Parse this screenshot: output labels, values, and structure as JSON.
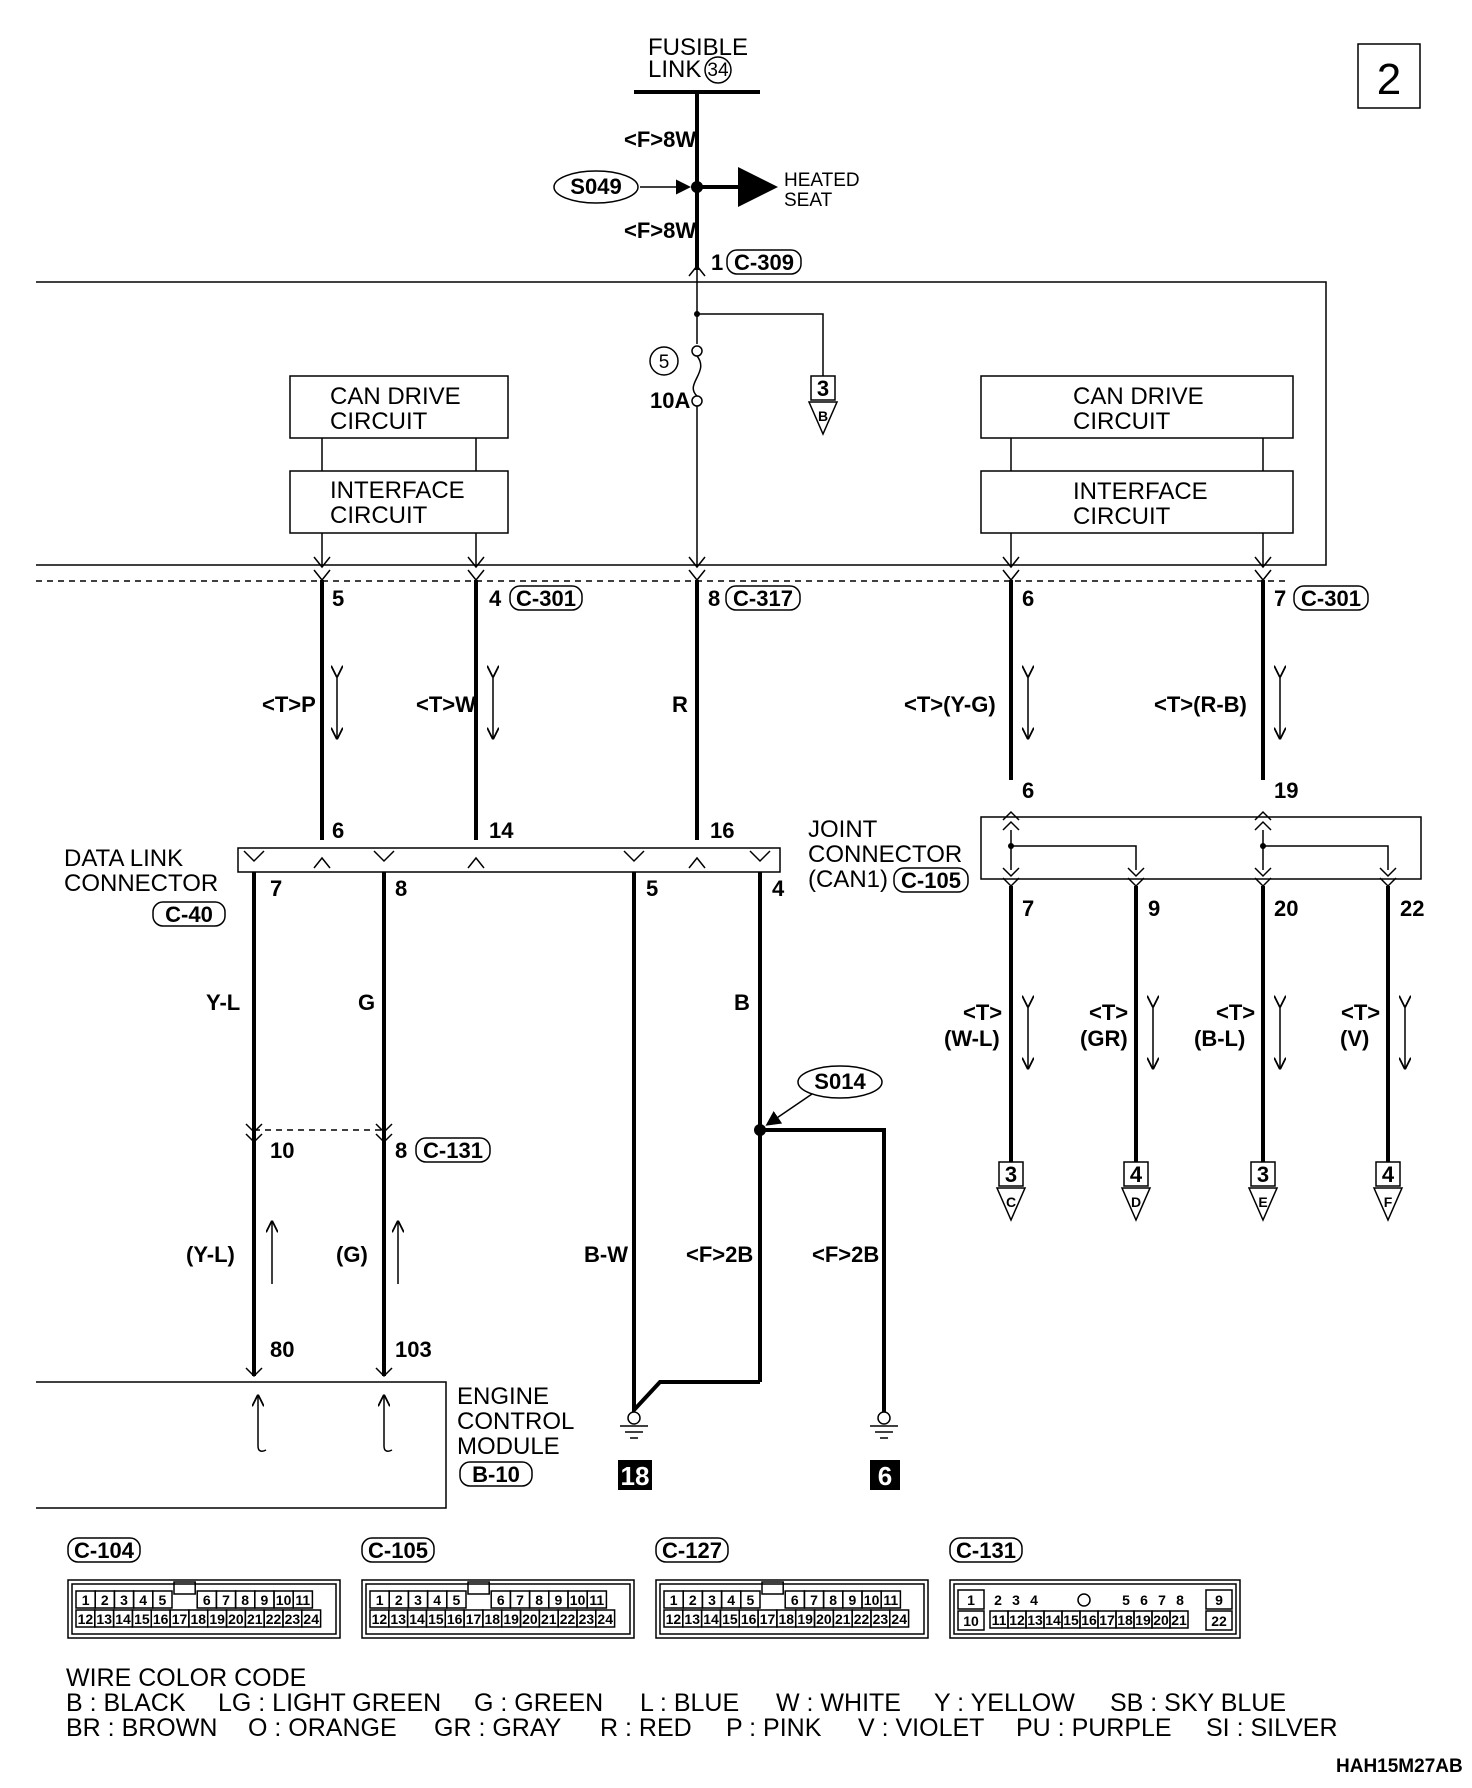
{
  "page_number": "2",
  "fusible_link": {
    "line1": "FUSIBLE",
    "line2": "LINK",
    "number": "34"
  },
  "splices": {
    "top": "S049",
    "ground": "S014"
  },
  "heated_seat": {
    "line1": "HEATED",
    "line2": "SEAT"
  },
  "wire_top_upper": "<F>8W",
  "wire_top_lower": "<F>8W",
  "connectors": {
    "c309": "C-309",
    "c301_left": "C-301",
    "c317": "C-317",
    "c301_right": "C-301",
    "c40": "C-40",
    "c105": "C-105",
    "c131": "C-131",
    "b10": "B-10"
  },
  "fuse": {
    "number": "5",
    "rating": "10A"
  },
  "references": {
    "b": {
      "page": "3",
      "letter": "B"
    },
    "c": {
      "page": "3",
      "letter": "C"
    },
    "d": {
      "page": "4",
      "letter": "D"
    },
    "e": {
      "page": "3",
      "letter": "E"
    },
    "f": {
      "page": "4",
      "letter": "F"
    }
  },
  "blocks": {
    "can_drive": {
      "line1": "CAN DRIVE",
      "line2": "CIRCUIT"
    },
    "interface": {
      "line1": "INTERFACE",
      "line2": "CIRCUIT"
    }
  },
  "pins": {
    "top_1": "1",
    "etacs_5": "5",
    "etacs_4": "4",
    "etacs_8": "8",
    "etacs_6": "6",
    "etacs_7": "7",
    "dlc_6": "6",
    "dlc_14": "14",
    "dlc_16": "16",
    "dlc_7": "7",
    "dlc_8": "8",
    "dlc_5": "5",
    "dlc_4": "4",
    "jc_6": "6",
    "jc_19": "19",
    "jc_7": "7",
    "jc_9": "9",
    "jc_20": "20",
    "jc_22": "22",
    "c131_10": "10",
    "c131_8": "8",
    "ecm_80": "80",
    "ecm_103": "103"
  },
  "wires": {
    "tp": "<T>P",
    "tw": "<T>W",
    "r": "R",
    "tyg": "<T>(Y-G)",
    "trb": "<T>(R-B)",
    "yl": "Y-L",
    "g": "G",
    "b": "B",
    "yl_paren": "(Y-L)",
    "g_paren": "(G)",
    "bw": "B-W",
    "f2b_a": "<F>2B",
    "f2b_b": "<F>2B",
    "t": "<T>",
    "wl": "(W-L)",
    "gr": "(GR)",
    "bl": "(B-L)",
    "v": "(V)"
  },
  "dlc_label": {
    "line1": "DATA LINK",
    "line2": "CONNECTOR"
  },
  "joint_label": {
    "line1": "JOINT",
    "line2": "CONNECTOR",
    "line3": "(CAN1)"
  },
  "ecm_label": {
    "line1": "ENGINE",
    "line2": "CONTROL",
    "line3": "MODULE"
  },
  "grounds": {
    "g18": "18",
    "g6": "6"
  },
  "connector_views": [
    {
      "label": "C-104",
      "top": [
        "1",
        "2",
        "3",
        "4",
        "5",
        "6",
        "7",
        "8",
        "9",
        "10",
        "11"
      ],
      "bottom": [
        "12",
        "13",
        "14",
        "15",
        "16",
        "17",
        "18",
        "19",
        "20",
        "21",
        "22",
        "23",
        "24"
      ]
    },
    {
      "label": "C-105",
      "top": [
        "1",
        "2",
        "3",
        "4",
        "5",
        "6",
        "7",
        "8",
        "9",
        "10",
        "11"
      ],
      "bottom": [
        "12",
        "13",
        "14",
        "15",
        "16",
        "17",
        "18",
        "19",
        "20",
        "21",
        "22",
        "23",
        "24"
      ]
    },
    {
      "label": "C-127",
      "top": [
        "1",
        "2",
        "3",
        "4",
        "5",
        "6",
        "7",
        "8",
        "9",
        "10",
        "11"
      ],
      "bottom": [
        "12",
        "13",
        "14",
        "15",
        "16",
        "17",
        "18",
        "19",
        "20",
        "21",
        "22",
        "23",
        "24"
      ]
    },
    {
      "label": "C-131",
      "top": [
        "2",
        "3",
        "4",
        "5",
        "6",
        "7",
        "8"
      ],
      "bottom": [
        "11",
        "12",
        "13",
        "14",
        "15",
        "16",
        "17",
        "18",
        "19",
        "20",
        "21"
      ],
      "left_top": "1",
      "left_bottom": "10",
      "right_top": "9",
      "right_bottom": "22"
    }
  ],
  "wire_code": {
    "title": "WIRE COLOR CODE",
    "row1": [
      "B : BLACK",
      "LG : LIGHT GREEN",
      "G : GREEN",
      "L : BLUE",
      "W : WHITE",
      "Y : YELLOW",
      "SB : SKY BLUE"
    ],
    "row2": [
      "BR : BROWN",
      "O : ORANGE",
      "GR : GRAY",
      "R : RED",
      "P : PINK",
      "V : VIOLET",
      "PU : PURPLE",
      "SI : SILVER"
    ]
  },
  "figure_code": "HAH15M27AB"
}
